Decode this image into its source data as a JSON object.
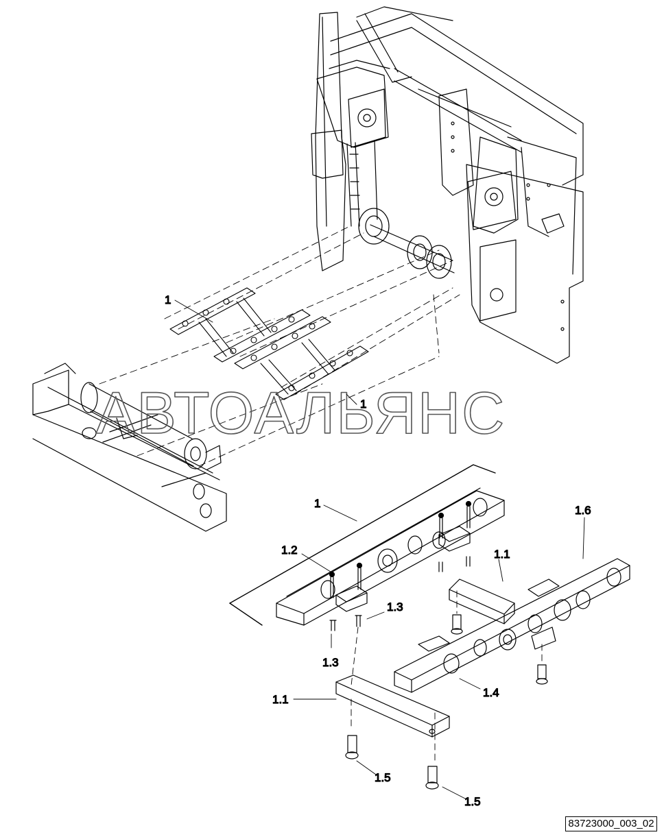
{
  "watermark": "АВТОАЛЬЯНС",
  "reference_number": "83723000_003_02",
  "callouts": {
    "c1_upper": "1",
    "c1_upper_dup": "1",
    "c1_lower": "1",
    "c1_1_left": "1.1",
    "c1_1_right": "1.1",
    "c1_2": "1.2",
    "c1_3_right": "1.3",
    "c1_3_below": "1.3",
    "c1_4": "1.4",
    "c1_5_left": "1.5",
    "c1_5_right": "1.5",
    "c1_6": "1.6"
  }
}
